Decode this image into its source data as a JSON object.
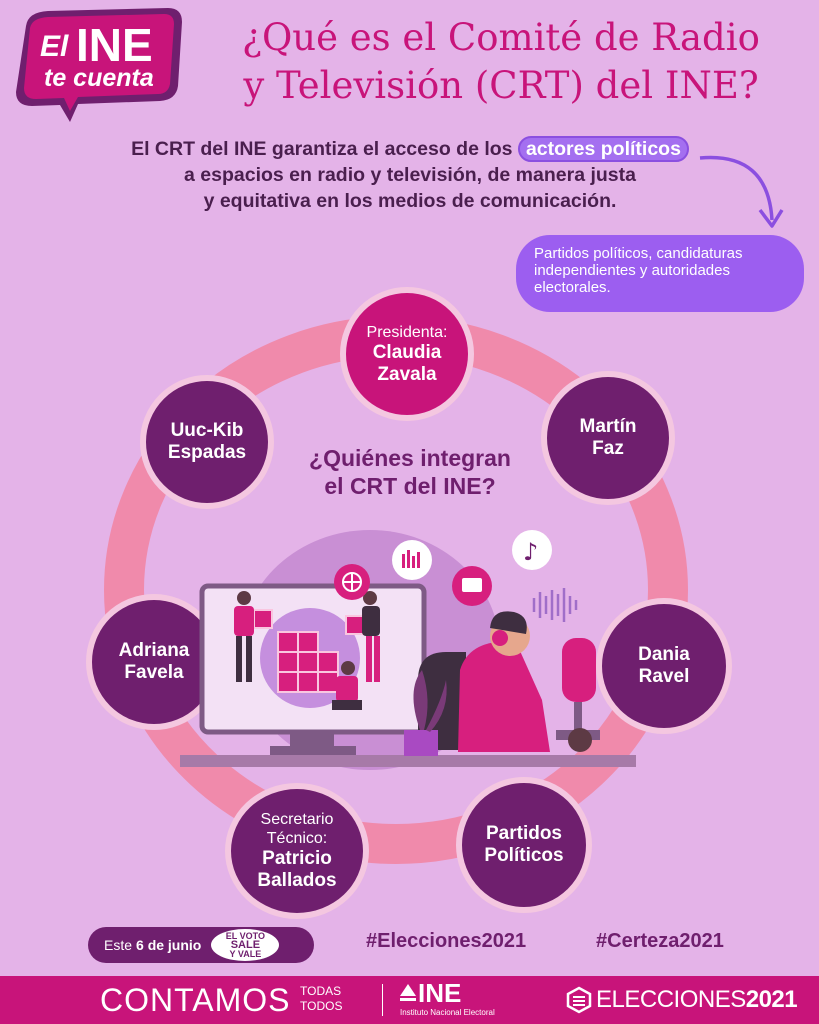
{
  "logo": {
    "line1_a": "El",
    "line1_b": "INE",
    "line2": "te cuenta"
  },
  "title": {
    "line1": "¿Qué es el Comité de Radio",
    "line2": "y Televisión (CRT) del INE?"
  },
  "intro": {
    "before": "El CRT del INE garantiza el acceso de los",
    "highlight": "actores políticos",
    "line2": "a espacios en radio y televisión, de manera justa",
    "line3": "y equitativa en los medios de comunicación."
  },
  "callout": "Partidos políticos, candidaturas independientes y autoridades electorales.",
  "question": {
    "line1": "¿Quiénes integran",
    "line2": "el CRT del INE?"
  },
  "members": {
    "presidenta": {
      "role": "Presidenta:",
      "name1": "Claudia",
      "name2": "Zavala"
    },
    "martin": {
      "name1": "Martín",
      "name2": "Faz"
    },
    "dania": {
      "name1": "Dania",
      "name2": "Ravel"
    },
    "partidos": {
      "name1": "Partidos",
      "name2": "Políticos"
    },
    "secretario": {
      "role1": "Secretario",
      "role2": "Técnico:",
      "name1": "Patricio",
      "name2": "Ballados"
    },
    "adriana": {
      "name1": "Adriana",
      "name2": "Favela"
    },
    "uuc": {
      "name1": "Uuc-Kib",
      "name2": "Espadas"
    }
  },
  "footer": {
    "date_prefix": "Este ",
    "date_bold": "6 de junio",
    "voto": {
      "l1": "EL VOTO",
      "l2": "SALE",
      "l3": "Y VALE"
    },
    "hashtag1": "#Elecciones2021",
    "hashtag2": "#Certeza2021"
  },
  "bar": {
    "contamos": "CONTAMOS",
    "todas": "TODAS",
    "todos": "TODOS",
    "ine": "INE",
    "ine_sub": "Instituto Nacional Electoral",
    "elecciones": "ELECCIONES",
    "year": "2021"
  },
  "colors": {
    "background": "#e4b3e8",
    "magenta": "#c8147a",
    "plum": "#6f1f6e",
    "violet": "#9c5ef0",
    "ring": "#f08aab"
  }
}
